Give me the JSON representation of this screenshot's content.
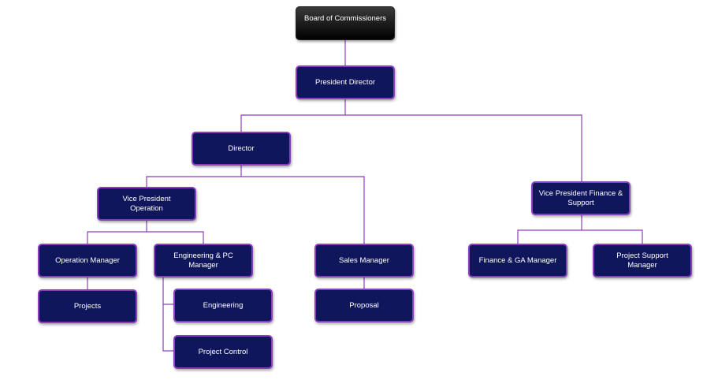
{
  "colors": {
    "box_fill": "#10165b",
    "box_border": "#8a3fc0",
    "connector": "#8a3fc0",
    "top_fill": "#000000"
  },
  "nodes": {
    "board": "Board of Commissioners",
    "president": "President Director",
    "director": "Director",
    "vp_operation": "Vice President\nOperation",
    "vp_finance": "Vice President Finance &\nSupport",
    "operation_manager": "Operation Manager",
    "eng_pc_manager": "Engineering & PC\nManager",
    "sales_manager": "Sales Manager",
    "finance_ga_manager": "Finance & GA Manager",
    "project_support_manager": "Project Support\nManager",
    "projects": "Projects",
    "engineering": "Engineering",
    "project_control": "Project Control",
    "proposal": "Proposal"
  }
}
